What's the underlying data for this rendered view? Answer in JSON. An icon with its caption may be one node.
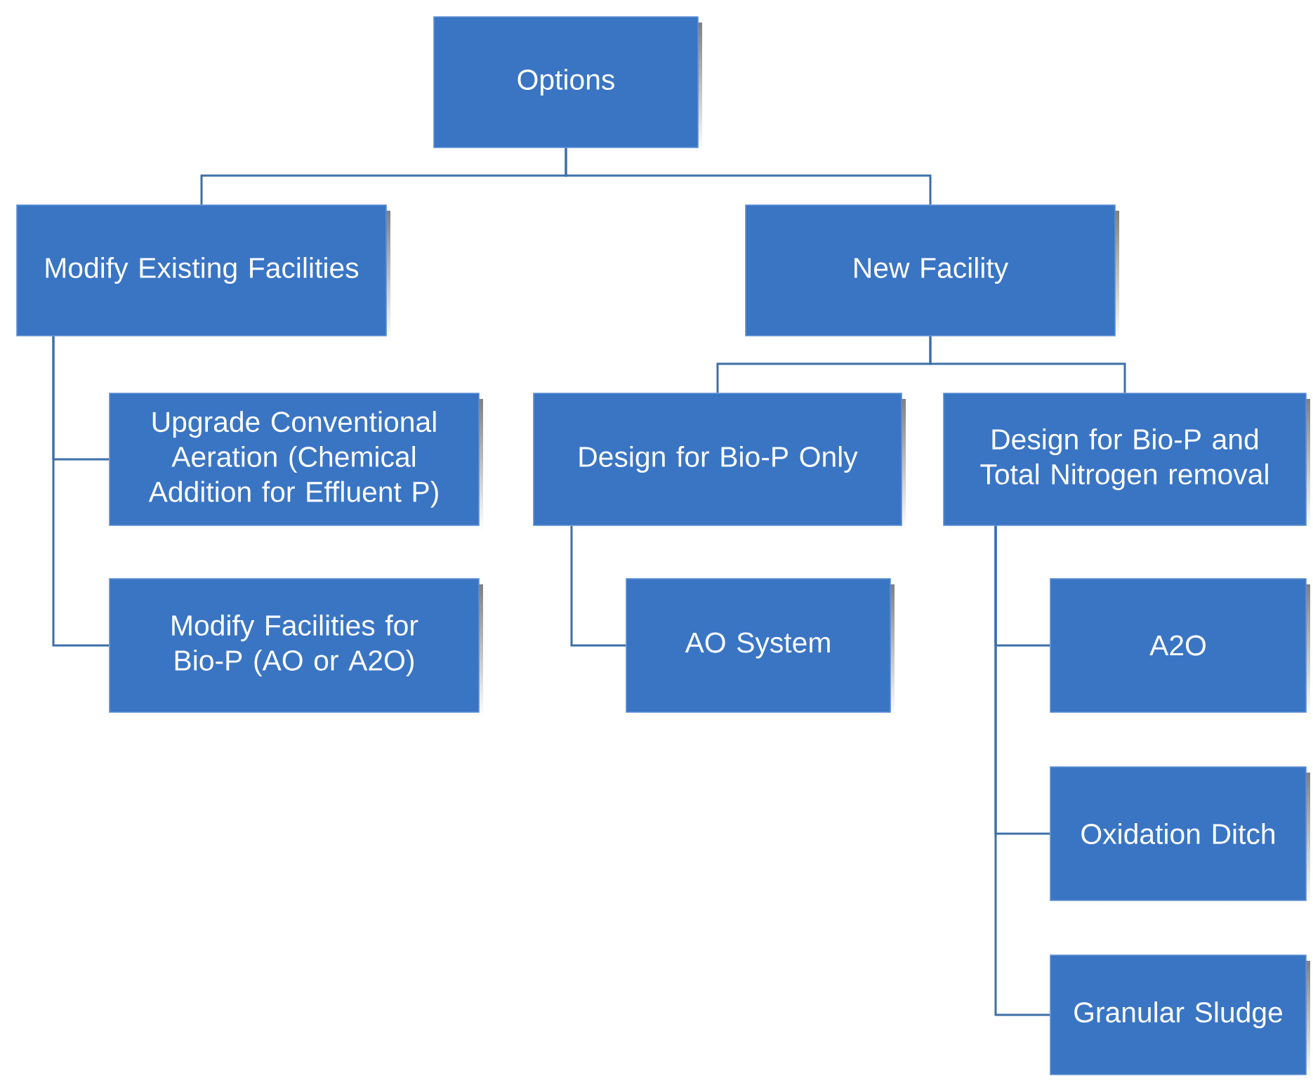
{
  "diagram": {
    "nodes": [
      {
        "text": [
          "Options"
        ]
      },
      {
        "text": [
          "Modify Existing Facilities"
        ]
      },
      {
        "text": [
          "New Facility"
        ]
      },
      {
        "text": [
          "Upgrade Conventional Aeration (Chemical Addition for Effluent P)"
        ]
      },
      {
        "text": [
          "Modify Facilities for Bio-P (AO or A2O)"
        ]
      },
      {
        "text": [
          "Design for Bio-P Only"
        ]
      },
      {
        "text": [
          "Design for Bio-P and Total Nitrogen removal"
        ]
      },
      {
        "text": [
          "AO System"
        ]
      },
      {
        "text": [
          "A2O"
        ]
      },
      {
        "text": [
          "Oxidation Ditch"
        ]
      },
      {
        "text": [
          "Granular Sludge"
        ]
      }
    ],
    "edges": [
      {
        "from": 0,
        "to": 1,
        "arrow": "none"
      },
      {
        "from": 0,
        "to": 2,
        "arrow": "none"
      },
      {
        "from": 1,
        "to": 3,
        "arrow": "none"
      },
      {
        "from": 1,
        "to": 4,
        "arrow": "none"
      },
      {
        "from": 2,
        "to": 5,
        "arrow": "none"
      },
      {
        "from": 2,
        "to": 6,
        "arrow": "none"
      },
      {
        "from": 5,
        "to": 7,
        "arrow": "none"
      },
      {
        "from": 6,
        "to": 8,
        "arrow": "none"
      },
      {
        "from": 6,
        "to": 9,
        "arrow": "none"
      },
      {
        "from": 6,
        "to": 10,
        "arrow": "none"
      }
    ]
  }
}
